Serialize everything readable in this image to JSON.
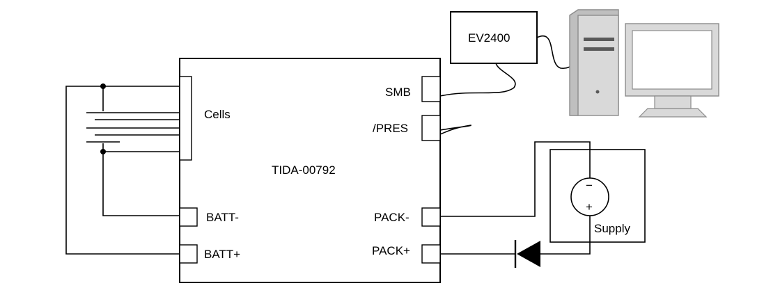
{
  "board": {
    "name": "TIDA-00792",
    "ports": {
      "cells": "Cells",
      "smb": "SMB",
      "pres": "/PRES",
      "batt_minus": "BATT-",
      "batt_plus": "BATT+",
      "pack_minus": "PACK-",
      "pack_plus": "PACK+"
    }
  },
  "interface": {
    "name": "EV2400"
  },
  "supply": {
    "label": "Supply",
    "minus": "−",
    "plus": "+"
  },
  "icons": [
    "battery-icon",
    "computer-tower-icon",
    "monitor-icon",
    "diode-icon",
    "voltage-source-icon"
  ],
  "colors": {
    "line": "#000000",
    "pc_fill": "#d9d9d9",
    "pc_stroke": "#8c8c8c",
    "pc_dark": "#595959"
  }
}
